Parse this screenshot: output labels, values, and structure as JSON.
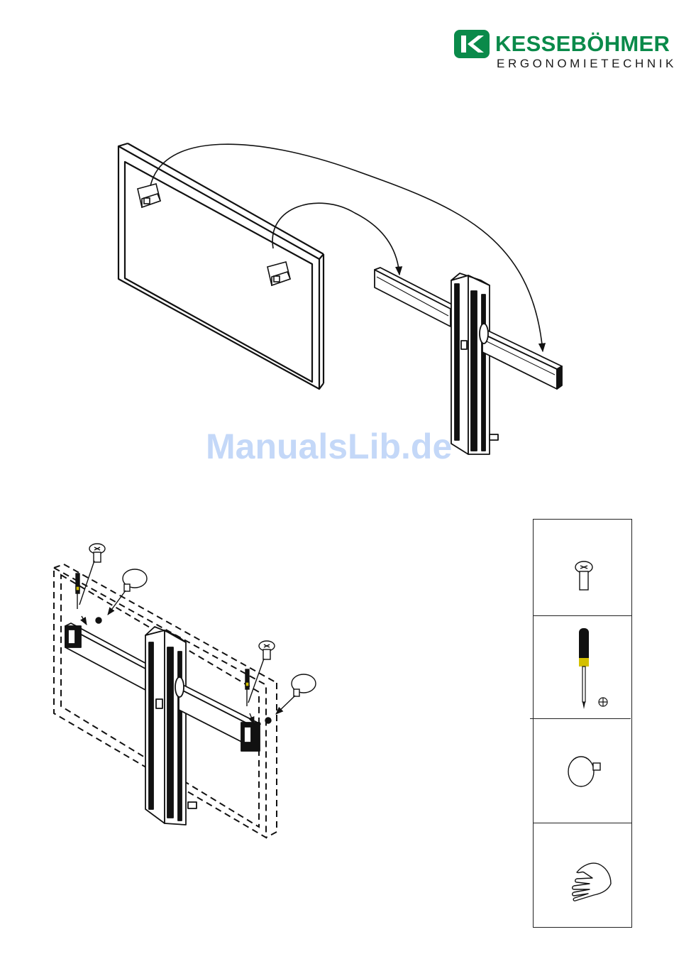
{
  "brand": {
    "name": "KESSEBÖHMER",
    "tagline": "ERGONOMIETECHNIK",
    "color": "#0a8a4a"
  },
  "watermark": {
    "text": "ManualsLib.de",
    "color": "#6ea0ee"
  },
  "legend": {
    "items": [
      {
        "icon": "screw-icon"
      },
      {
        "icon": "phillips-screwdriver-icon"
      },
      {
        "icon": "knob-icon"
      },
      {
        "icon": "hand-icon"
      }
    ]
  }
}
